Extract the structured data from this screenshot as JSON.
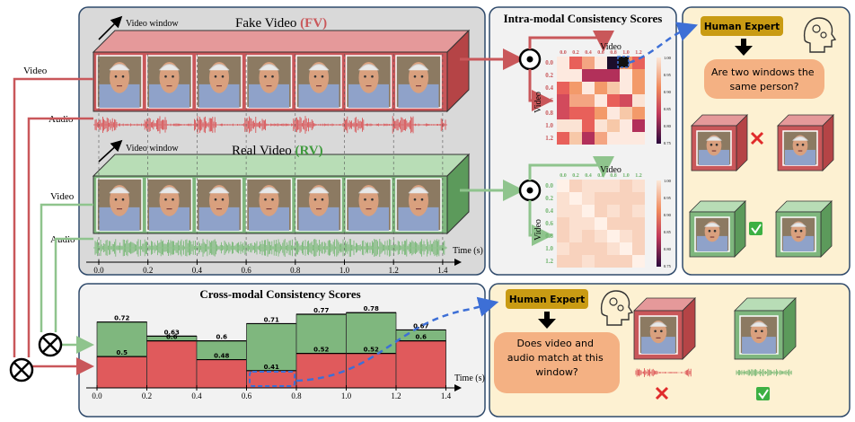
{
  "fake": {
    "title_prefix": "Fake Video ",
    "title_tag": "(FV)",
    "video_window": "Video window",
    "video_label": "Video",
    "audio_label": "Audio",
    "color": "#c9575a"
  },
  "real": {
    "title_prefix": "Real Video ",
    "title_tag": "(RV)",
    "video_window": "Video window",
    "video_label": "Video",
    "audio_label": "Audio",
    "color": "#7fb77e"
  },
  "time_axis": {
    "label": "Time (s)",
    "ticks": [
      "0.0",
      "0.2",
      "0.4",
      "0.6",
      "0.8",
      "1.0",
      "1.2",
      "1.4"
    ]
  },
  "intra": {
    "title": "Intra-modal Consistency Scores",
    "x_label": "Video",
    "y_label": "Video",
    "ticks": [
      "0.0",
      "0.2",
      "0.4",
      "0.6",
      "0.8",
      "1.0",
      "1.2"
    ],
    "cbar_ticks": [
      "1.00",
      "0.95",
      "0.90",
      "0.85",
      "0.80",
      "0.75"
    ]
  },
  "expert": {
    "title": "Human Expert",
    "question1": "Are two windows the same person?",
    "question2": "Does video and audio match at this window?"
  },
  "cross": {
    "title": "Cross-modal Consistency Scores",
    "x_label": "Time (s)"
  },
  "chart_data": {
    "type": "bar",
    "title": "Cross-modal Consistency Scores",
    "xlabel": "Time (s)",
    "x_edges": [
      0.0,
      0.2,
      0.4,
      0.6,
      0.8,
      1.0,
      1.2,
      1.4
    ],
    "series": [
      {
        "color": "#7fb77e",
        "values": [
          0.72,
          0.63,
          0.6,
          0.71,
          0.77,
          0.78,
          0.67
        ]
      },
      {
        "color": "#e05a5c",
        "values": [
          0.5,
          0.6,
          0.48,
          0.41,
          0.52,
          0.52,
          0.6
        ]
      }
    ],
    "ylim": [
      0.3,
      0.85
    ]
  }
}
